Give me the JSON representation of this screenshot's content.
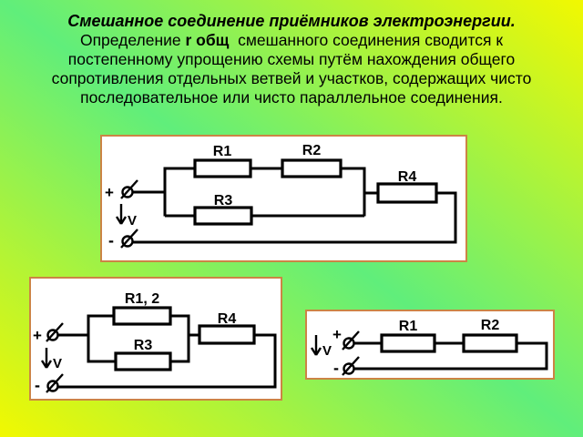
{
  "title": {
    "heading": "Смешанное соединение приёмников электроэнергии.",
    "line2_pre": "Определение ",
    "line2_bold": "r общ",
    "line2_post": "  смешанного соединения сводится к",
    "line3": "постепенному упрощению схемы путём нахождения общего",
    "line4": "сопротивления отдельных ветвей и участков, содержащих чисто",
    "line5": "последовательное или чисто параллельное соединения."
  },
  "colors": {
    "background_yellow": "#f2f800",
    "background_green": "#60ee7b",
    "box_border": "#cc8445",
    "box_fill": "#ffffff",
    "ink": "#000000"
  },
  "circuit1": {
    "labels": {
      "r1": "R1",
      "r2": "R2",
      "r3": "R3",
      "r4": "R4",
      "plus": "+",
      "minus": "-",
      "volt": "V"
    }
  },
  "circuit2": {
    "labels": {
      "r12": "R1, 2",
      "r3": "R3",
      "r4": "R4",
      "plus": "+",
      "minus": "-",
      "volt": "V"
    }
  },
  "circuit3": {
    "labels": {
      "r1": "R1",
      "r2": "R2",
      "plus": "+",
      "minus": "-",
      "volt": "V"
    }
  }
}
